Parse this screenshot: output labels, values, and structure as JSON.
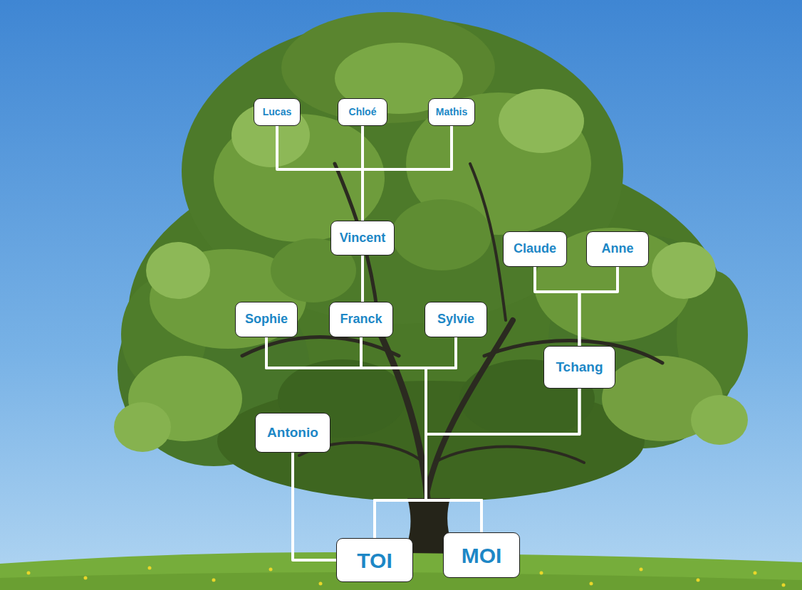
{
  "diagram": {
    "nodes": [
      {
        "text": [
          "Lucas"
        ]
      },
      {
        "text": [
          "Chloé"
        ]
      },
      {
        "text": [
          "Mathis"
        ]
      },
      {
        "text": [
          "Vincent"
        ]
      },
      {
        "text": [
          "Claude"
        ]
      },
      {
        "text": [
          "Anne"
        ]
      },
      {
        "text": [
          "Sophie"
        ]
      },
      {
        "text": [
          "Franck"
        ]
      },
      {
        "text": [
          "Sylvie"
        ]
      },
      {
        "text": [
          "Tchang"
        ]
      },
      {
        "text": [
          "Antonio"
        ]
      },
      {
        "text": [
          "TOI"
        ]
      },
      {
        "text": [
          "MOI"
        ]
      }
    ],
    "edges": [
      {
        "from": 0,
        "to": 3,
        "arrow": "none"
      },
      {
        "from": 1,
        "to": 3,
        "arrow": "none"
      },
      {
        "from": 2,
        "to": 3,
        "arrow": "none"
      },
      {
        "from": 3,
        "to": 7,
        "arrow": "none"
      },
      {
        "from": 4,
        "to": 9,
        "arrow": "none"
      },
      {
        "from": 5,
        "to": 9,
        "arrow": "none"
      },
      {
        "from": 6,
        "to": 11,
        "arrow": "none"
      },
      {
        "from": 6,
        "to": 12,
        "arrow": "none"
      },
      {
        "from": 7,
        "to": 11,
        "arrow": "none"
      },
      {
        "from": 7,
        "to": 12,
        "arrow": "none"
      },
      {
        "from": 8,
        "to": 11,
        "arrow": "none"
      },
      {
        "from": 8,
        "to": 12,
        "arrow": "none"
      },
      {
        "from": 9,
        "to": 11,
        "arrow": "none"
      },
      {
        "from": 9,
        "to": 12,
        "arrow": "none"
      },
      {
        "from": 10,
        "to": 11,
        "arrow": "none"
      }
    ]
  }
}
